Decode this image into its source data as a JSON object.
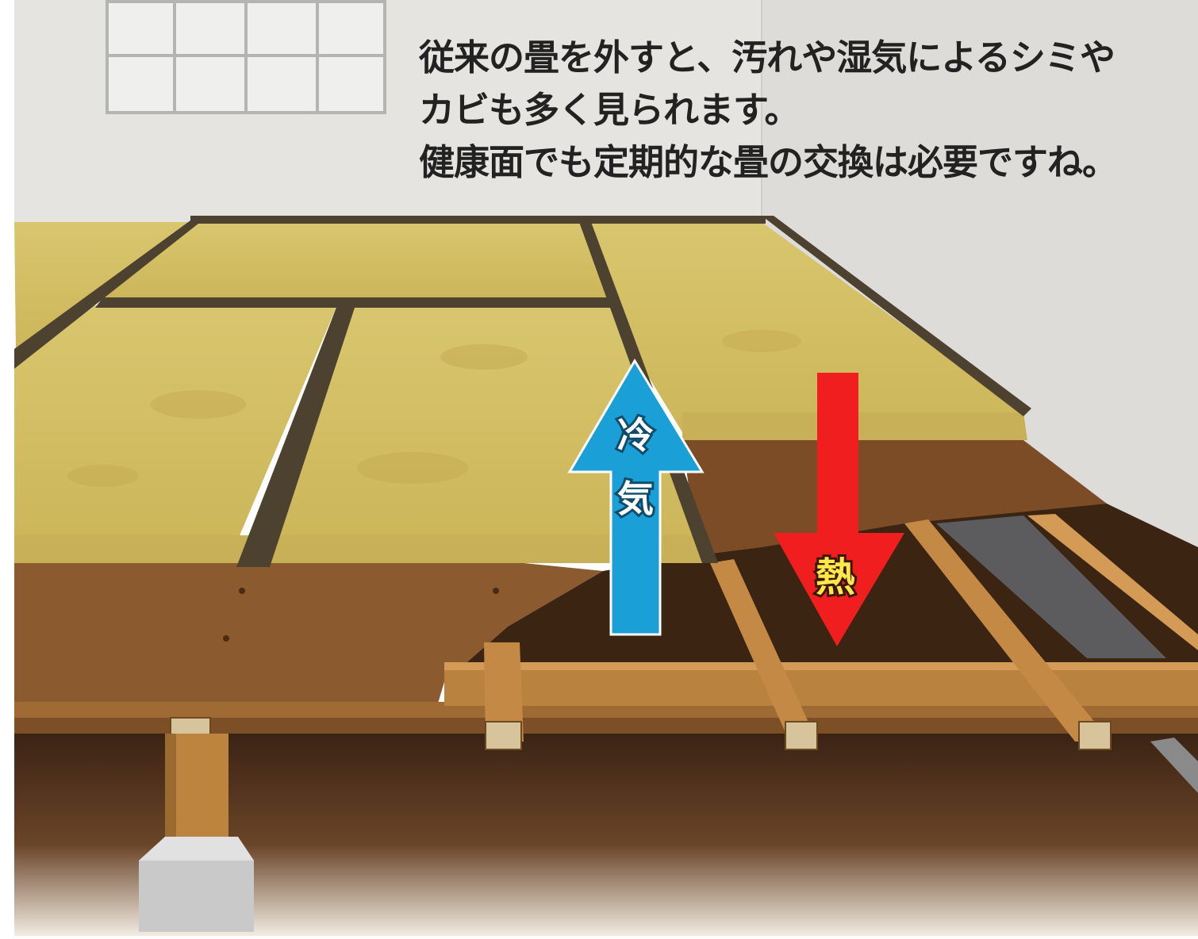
{
  "caption": {
    "line1": "従来の畳を外すと、汚れや湿気によるシミや",
    "line2": "カビも多く見られます。",
    "line3": "健康面でも定期的な畳の交換は必要ですね。"
  },
  "arrows": {
    "cold_air": {
      "char1": "冷",
      "char2": "気",
      "color": "#1aa0d6"
    },
    "heat": {
      "char": "熱",
      "color": "#f01e1e",
      "text_color": "#ffe84a"
    }
  },
  "colors": {
    "wall": "#e6e4e1",
    "insulation": "#d8c56c",
    "plywood": "#8b5a2e",
    "joist": "#b9823f",
    "foundation": "#c9c9c9"
  }
}
